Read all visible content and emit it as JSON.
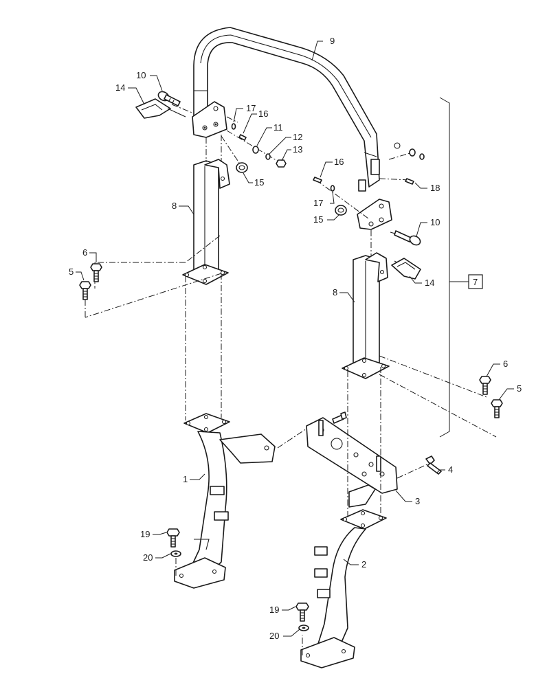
{
  "diagram": {
    "callouts": {
      "c1": "1",
      "c2": "2",
      "c3": "3",
      "c4": "4",
      "c5a": "5",
      "c5b": "5",
      "c6a": "6",
      "c6b": "6",
      "c7": "7",
      "c8a": "8",
      "c8b": "8",
      "c9": "9",
      "c10a": "10",
      "c10b": "10",
      "c11": "11",
      "c12": "12",
      "c13": "13",
      "c14a": "14",
      "c14b": "14",
      "c15a": "15",
      "c15b": "15",
      "c16a": "16",
      "c16b": "16",
      "c17a": "17",
      "c17b": "17",
      "c18": "18",
      "c19a": "19",
      "c19b": "19",
      "c20a": "20",
      "c20b": "20"
    }
  }
}
